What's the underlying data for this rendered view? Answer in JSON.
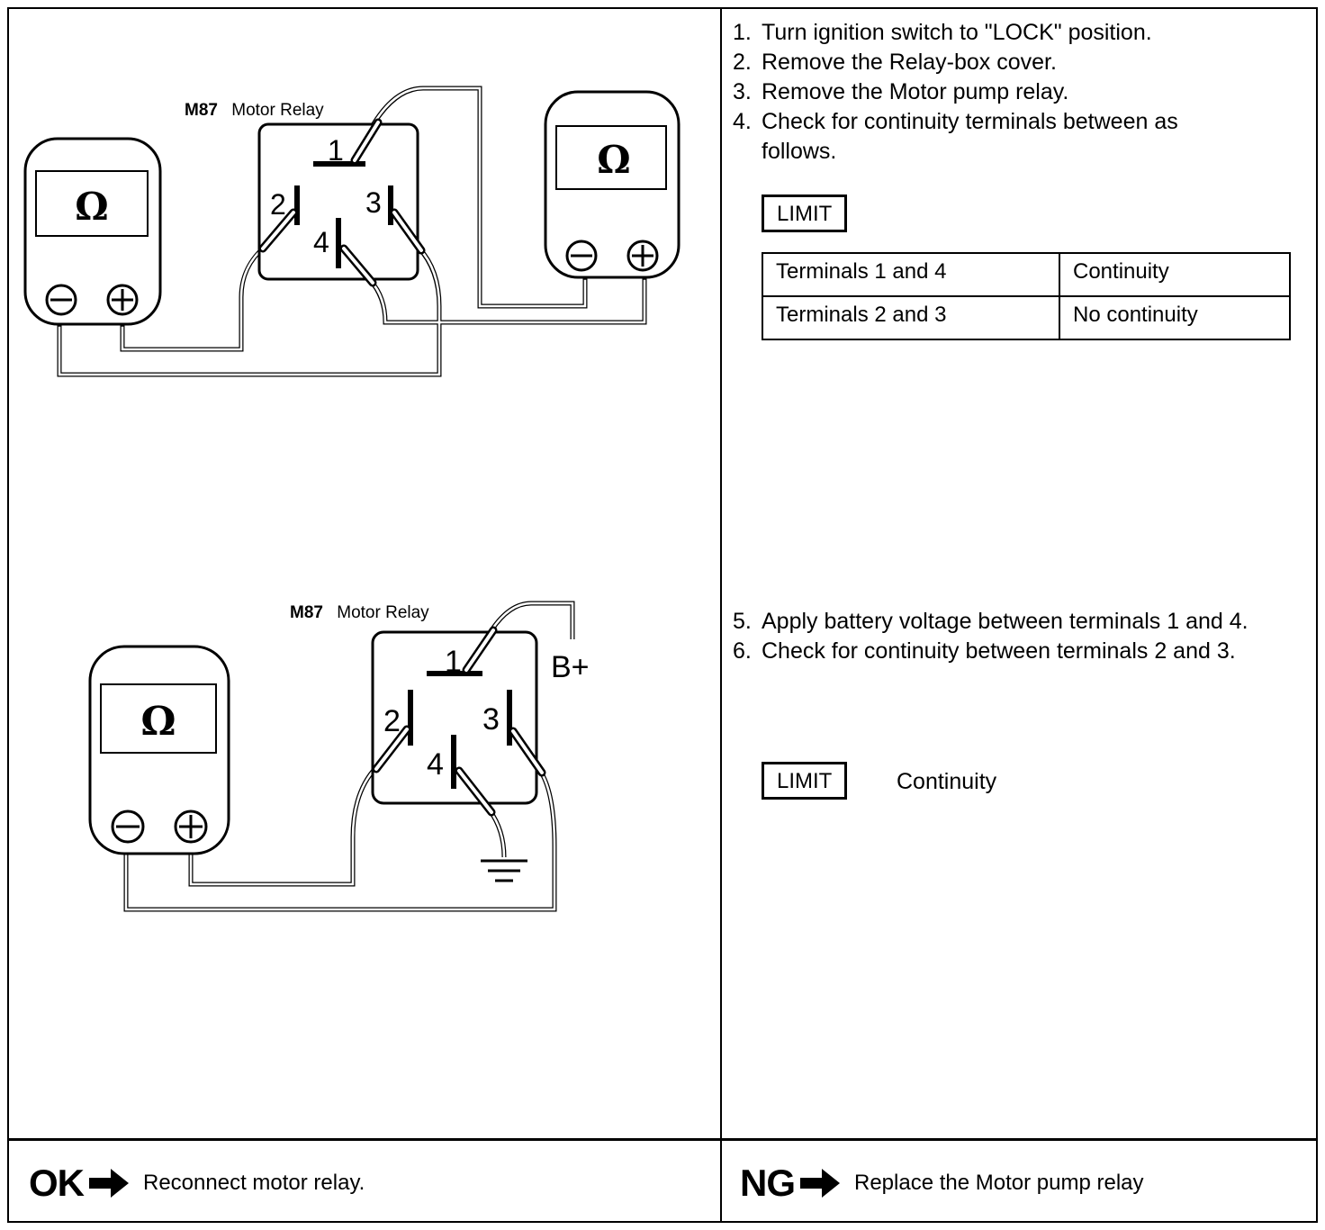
{
  "diagram_top": {
    "relay_label_code": "M87",
    "relay_label_text": "Motor Relay",
    "meter_symbol": "Ω",
    "terminals": [
      "1",
      "2",
      "3",
      "4"
    ]
  },
  "diagram_bottom": {
    "relay_label_code": "M87",
    "relay_label_text": "Motor Relay",
    "meter_symbol": "Ω",
    "terminals": [
      "1",
      "2",
      "3",
      "4"
    ],
    "battery_label": "B+"
  },
  "steps_a": [
    {
      "num": "1.",
      "text": "Turn ignition switch to \"LOCK\" position."
    },
    {
      "num": "2.",
      "text": "Remove the Relay-box cover."
    },
    {
      "num": "3.",
      "text": "Remove the Motor pump relay."
    },
    {
      "num": "4.",
      "text": "Check for continuity terminals between as follows."
    }
  ],
  "limit_label": "LIMIT",
  "limit_table": [
    {
      "terminals": "Terminals 1 and 4",
      "result": "Continuity"
    },
    {
      "terminals": "Terminals 2 and 3",
      "result": "No continuity"
    }
  ],
  "steps_b": [
    {
      "num": "5.",
      "text": "Apply battery voltage between terminals 1 and 4."
    },
    {
      "num": "6.",
      "text": "Check for continuity between terminals 2 and  3."
    }
  ],
  "limit_b_value": "Continuity",
  "ok": {
    "label": "OK",
    "message": "Reconnect motor relay."
  },
  "ng": {
    "label": "NG",
    "message": "Replace the Motor pump relay"
  }
}
